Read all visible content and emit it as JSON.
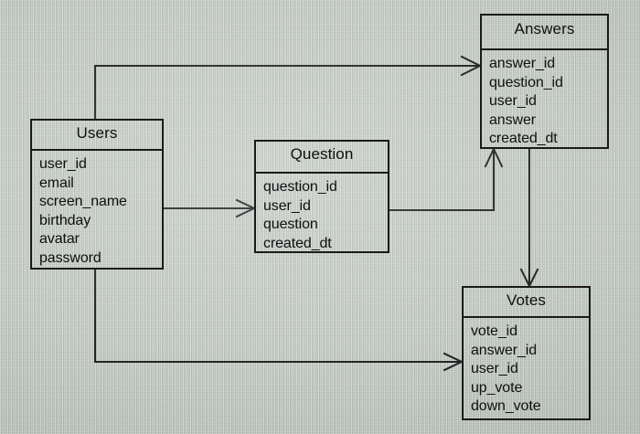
{
  "diagram": {
    "type": "entity-relationship-diagram",
    "background_color": "#b9c0b9",
    "line_color": "#1a1a1a",
    "text_color": "#101010",
    "entities": [
      {
        "id": "answers",
        "name": "Answers",
        "fields": [
          "answer_id",
          "question_id",
          "user_id",
          "answer",
          "created_dt"
        ]
      },
      {
        "id": "users",
        "name": "Users",
        "fields": [
          "user_id",
          "email",
          "screen_name",
          "birthday",
          "avatar",
          "password"
        ]
      },
      {
        "id": "question",
        "name": "Question",
        "fields": [
          "question_id",
          "user_id",
          "question",
          "created_dt"
        ]
      },
      {
        "id": "votes",
        "name": "Votes",
        "fields": [
          "vote_id",
          "answer_id",
          "user_id",
          "up_vote",
          "down_vote"
        ]
      }
    ],
    "relationships": [
      {
        "id": "users-answers",
        "from": "Users",
        "to": "Answers",
        "crow_foot_at": "Answers"
      },
      {
        "id": "users-question",
        "from": "Users",
        "to": "Question",
        "crow_foot_at": "Question"
      },
      {
        "id": "question-answers",
        "from": "Question",
        "to": "Answers",
        "crow_foot_at": "Answers"
      },
      {
        "id": "answers-votes",
        "from": "Answers",
        "to": "Votes",
        "crow_foot_at": "Votes"
      },
      {
        "id": "users-votes",
        "from": "Users",
        "to": "Votes",
        "crow_foot_at": "Votes"
      }
    ],
    "caption": ""
  }
}
